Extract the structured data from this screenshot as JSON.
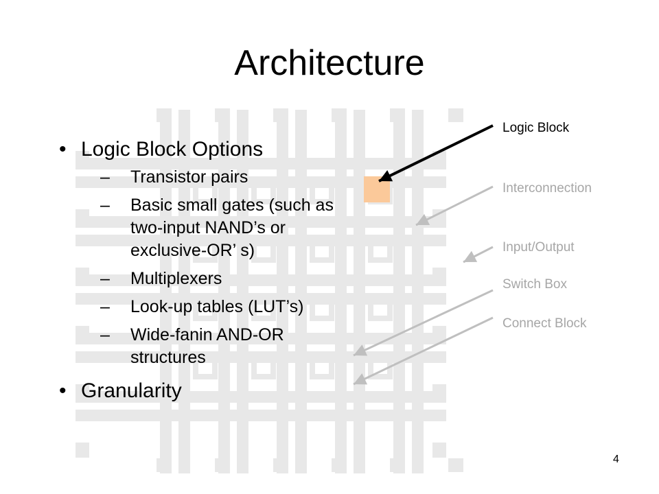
{
  "slide": {
    "title": "Architecture",
    "page_number": "4",
    "bullets": [
      {
        "text": "Logic Block Options",
        "subitems": [
          "Transistor pairs",
          "Basic small gates (such as two-input NAND’s or exclusive-OR’ s)",
          "Multiplexers",
          "Look-up tables (LUT’s)",
          "Wide-fanin AND-OR structures"
        ]
      },
      {
        "text": "Granularity",
        "subitems": []
      }
    ],
    "bullet_glyph": "•",
    "dash_glyph": "–"
  },
  "diagram": {
    "callouts": [
      {
        "label": "Logic Block",
        "color": "#000000"
      },
      {
        "label": "Interconnection",
        "color": "#a6a6a6"
      },
      {
        "label": "Input/Output",
        "color": "#a6a6a6"
      },
      {
        "label": "Switch Box",
        "color": "#a6a6a6"
      },
      {
        "label": "Connect Block",
        "color": "#a6a6a6"
      }
    ],
    "colors": {
      "fabric": "#e8e8e8",
      "highlighted_logic_block": "#fbc99a",
      "black_arrow": "#000000",
      "gray_arrow": "#bfbfbf"
    }
  }
}
